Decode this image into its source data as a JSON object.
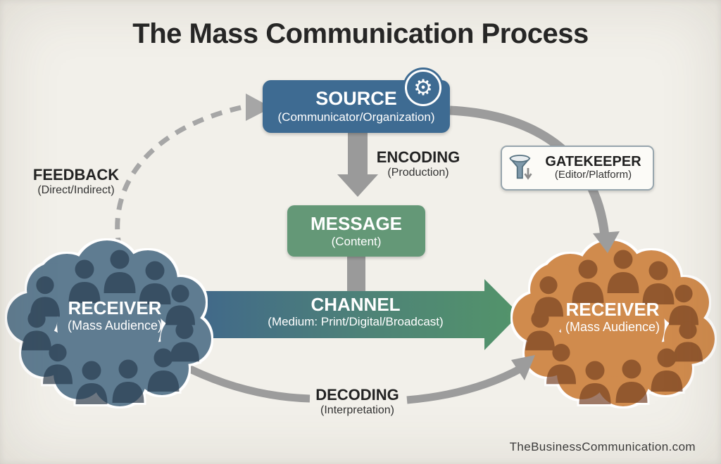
{
  "title": "The Mass Communication Process",
  "footer": "TheBusinessCommunication.com",
  "colors": {
    "background": "#f2f0ea",
    "text_dark": "#262626",
    "source_blue": "#3e6b92",
    "message_green": "#649877",
    "channel_gradient_start": "#40678b",
    "channel_gradient_end": "#53946a",
    "receiver_left_cloud": "#5f7b91",
    "receiver_left_figures": "#344a5e",
    "receiver_right_cloud": "#d08b4e",
    "receiver_right_figures": "#8a5329",
    "arrow_gray": "#9c9c9c",
    "gatekeeper_border": "#97a5ad"
  },
  "nodes": {
    "source": {
      "label": "SOURCE",
      "sublabel": "(Communicator/Organization)"
    },
    "message": {
      "label": "MESSAGE",
      "sublabel": "(Content)"
    },
    "channel": {
      "label": "CHANNEL",
      "sublabel": "(Medium: Print/Digital/Broadcast)"
    },
    "gatekeeper": {
      "label": "GATEKEEPER",
      "sublabel": "(Editor/Platform)"
    },
    "receiver_left": {
      "label": "RECEIVER",
      "sublabel": "(Mass Audience)"
    },
    "receiver_right": {
      "label": "RECEIVER",
      "sublabel": "(Mass Audience)"
    }
  },
  "labels": {
    "encoding": {
      "label": "ENCODING",
      "sublabel": "(Production)"
    },
    "feedback": {
      "label": "FEEDBACK",
      "sublabel": "(Direct/Indirect)"
    },
    "decoding": {
      "label": "DECODING",
      "sublabel": "(Interpretation)"
    }
  },
  "icons": {
    "gear_glyph": "⚙",
    "gatekeeper_icon": "funnel-down-icon"
  }
}
